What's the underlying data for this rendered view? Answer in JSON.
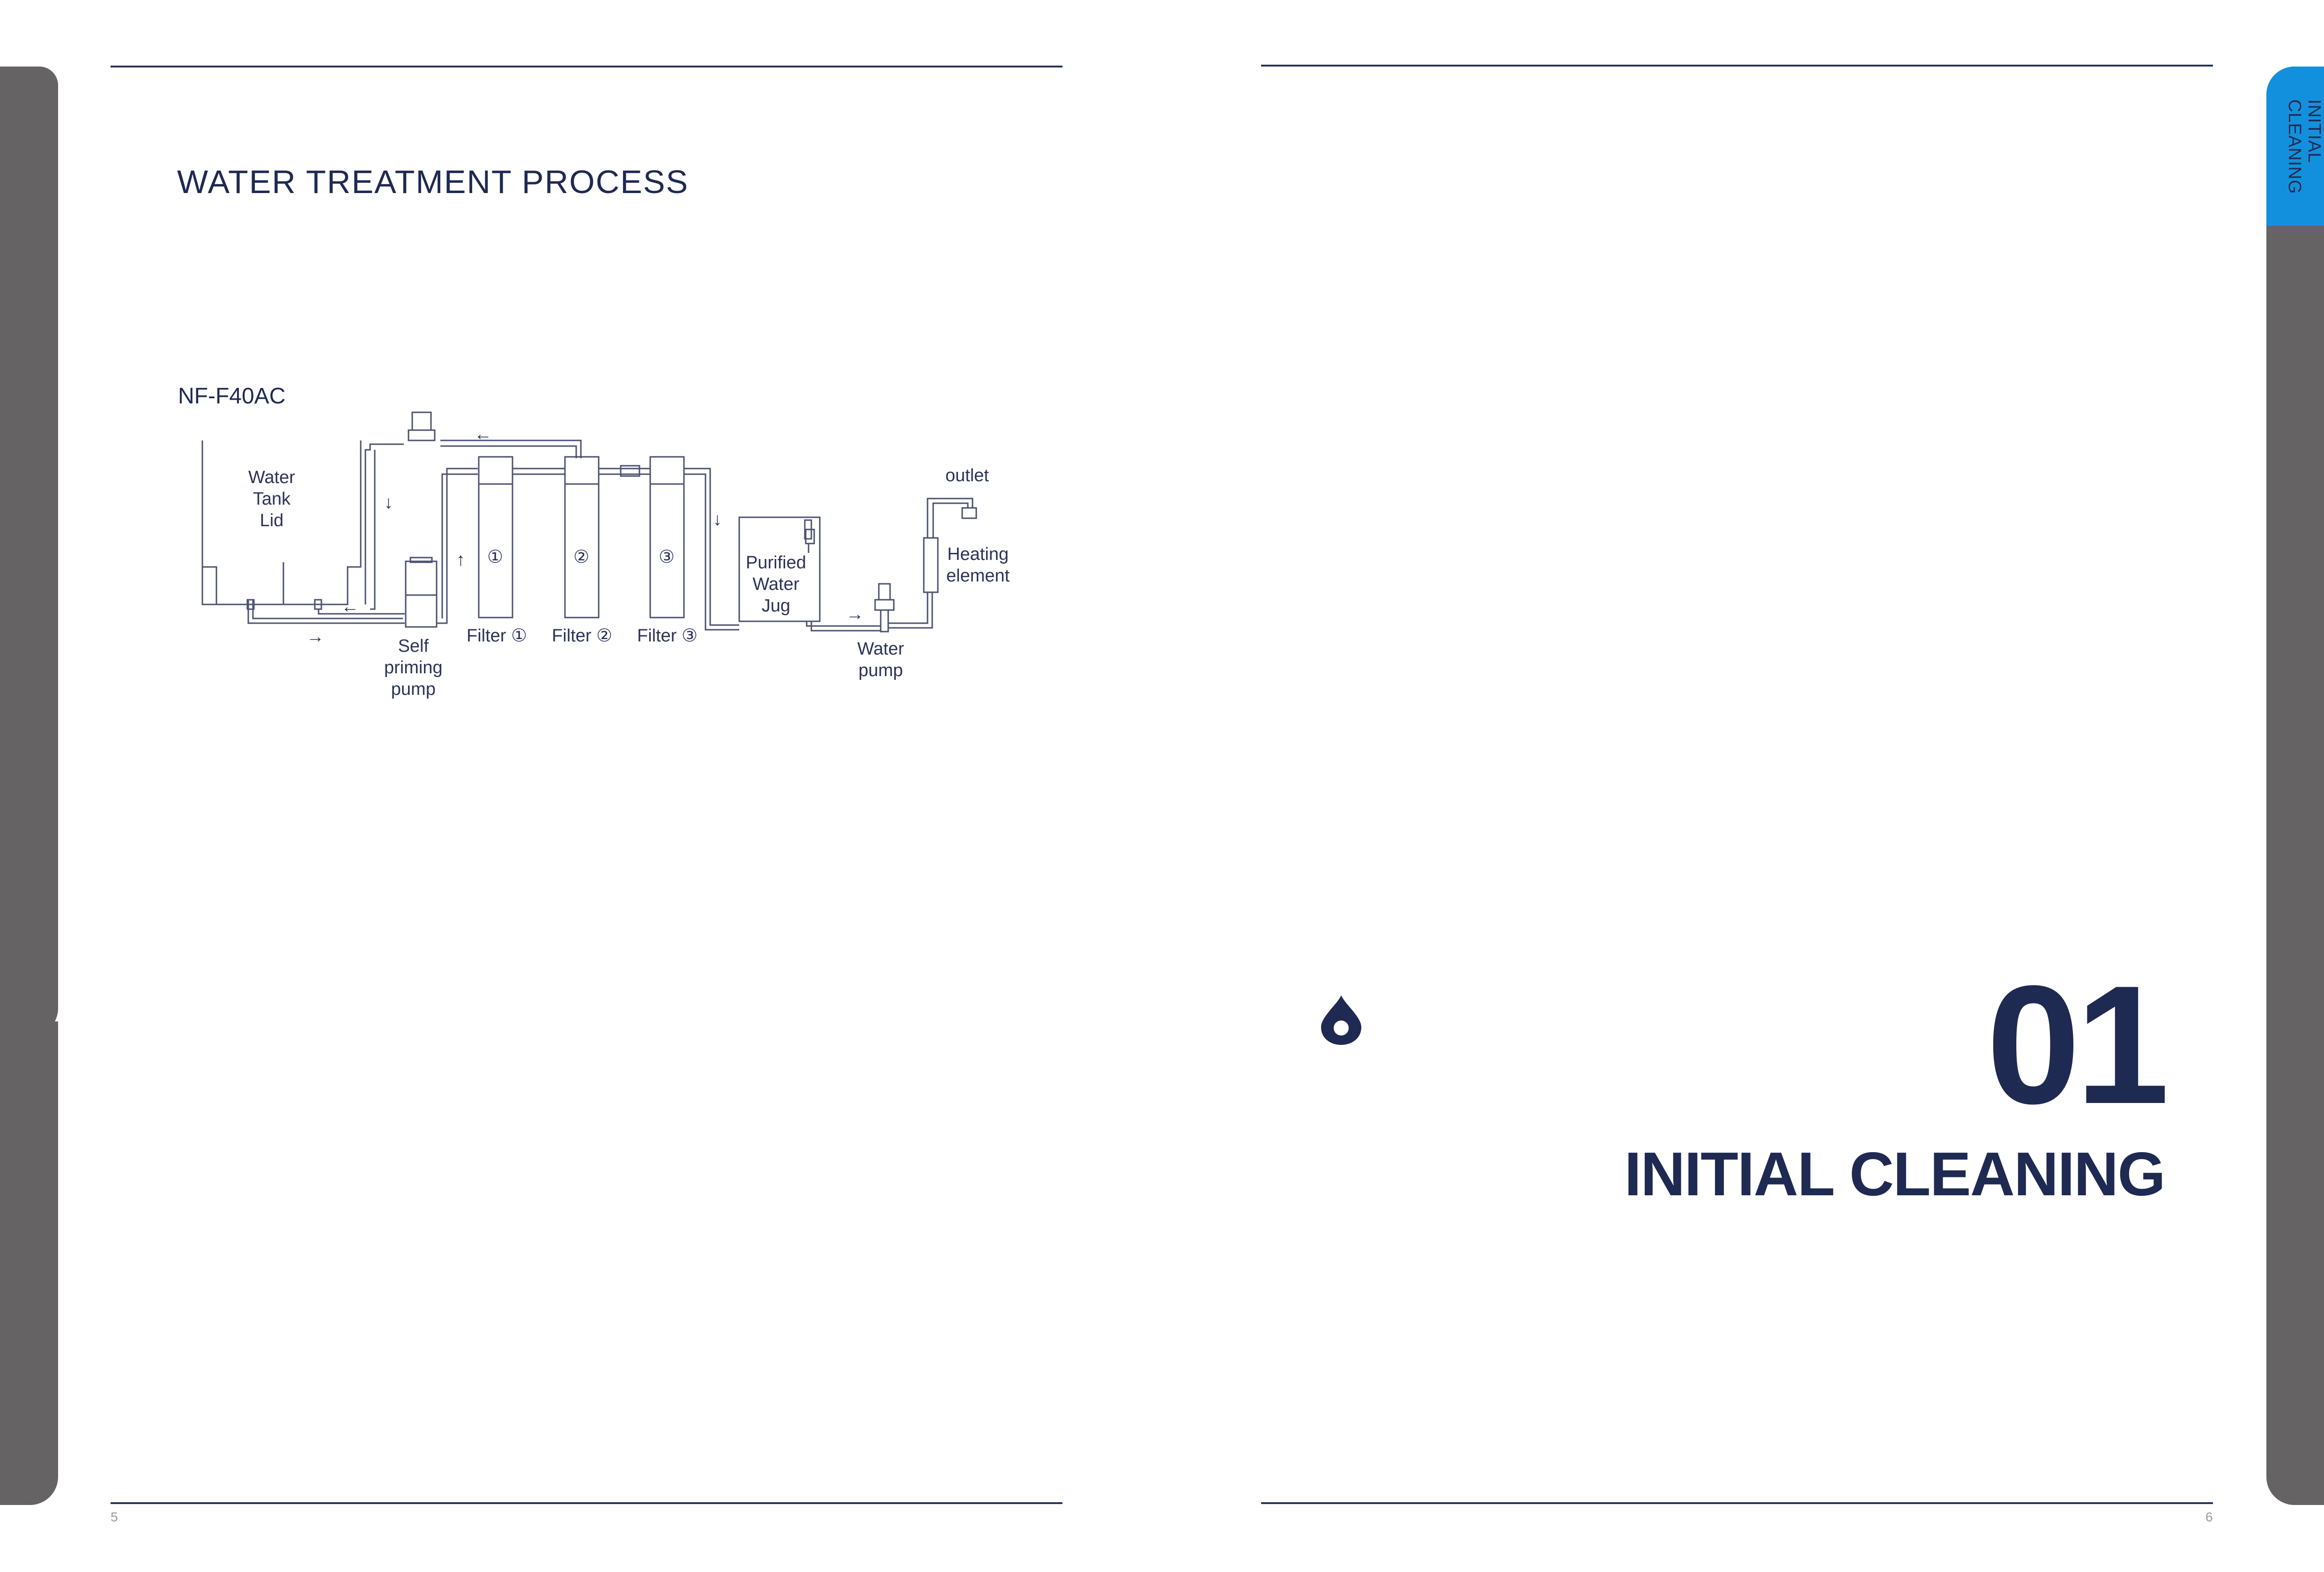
{
  "left_page": {
    "title": "WATER TREATMENT PROCESS",
    "model": "NF-F40AC",
    "page_number": "5",
    "diagram": {
      "water_tank_lid": "Water\nTank\nLid",
      "self_priming_pump": "Self\npriming\npump",
      "filter_1": "Filter ①",
      "filter_2": "Filter ②",
      "filter_3": "Filter ③",
      "filter_1_mark": "①",
      "filter_2_mark": "②",
      "filter_3_mark": "③",
      "purified_water_jug": "Purified\nWater\nJug",
      "water_pump": "Water\npump",
      "heating_element": "Heating\nelement",
      "outlet": "outlet",
      "arrow_left": "←",
      "arrow_right": "→",
      "arrow_down": "↓",
      "arrow_up": "↑"
    }
  },
  "right_page": {
    "section_tab": "INITIAL CLEANING",
    "chapter_number": "01",
    "chapter_title": "INITIAL CLEANING",
    "page_number": "6",
    "icon": "water-drop-icon"
  },
  "colors": {
    "navy": "#1f2a52",
    "side_bar_grey": "#656364",
    "tab_blue": "#1390dd"
  }
}
